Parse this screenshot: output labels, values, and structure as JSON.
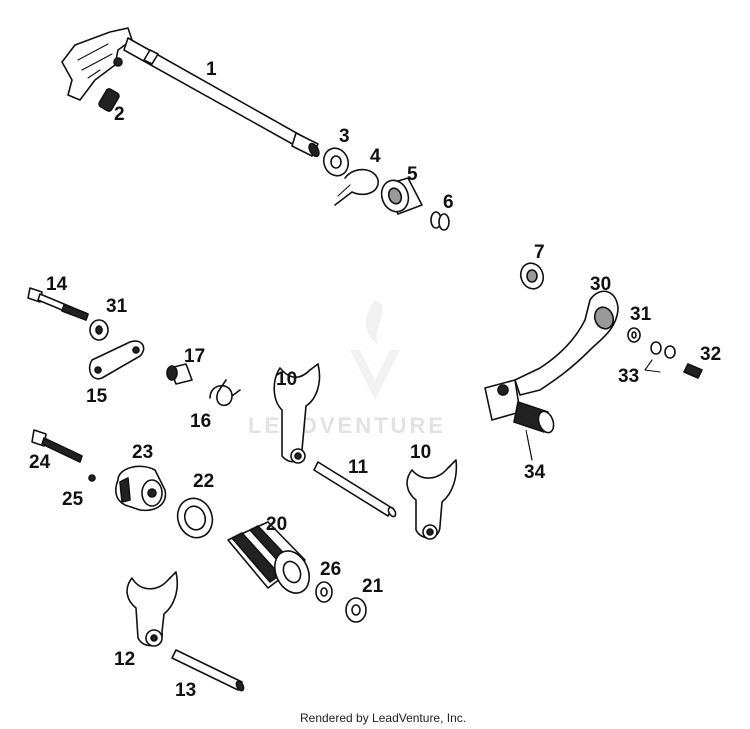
{
  "diagram": {
    "callouts": [
      "1",
      "2",
      "3",
      "4",
      "5",
      "6",
      "7",
      "10",
      "10",
      "11",
      "12",
      "13",
      "14",
      "15",
      "16",
      "17",
      "20",
      "21",
      "22",
      "23",
      "24",
      "25",
      "26",
      "30",
      "31",
      "31",
      "32",
      "33",
      "34"
    ]
  },
  "watermark": {
    "text": "LEADVENTURE"
  },
  "footer": {
    "text": "Rendered by LeadVenture, Inc."
  }
}
